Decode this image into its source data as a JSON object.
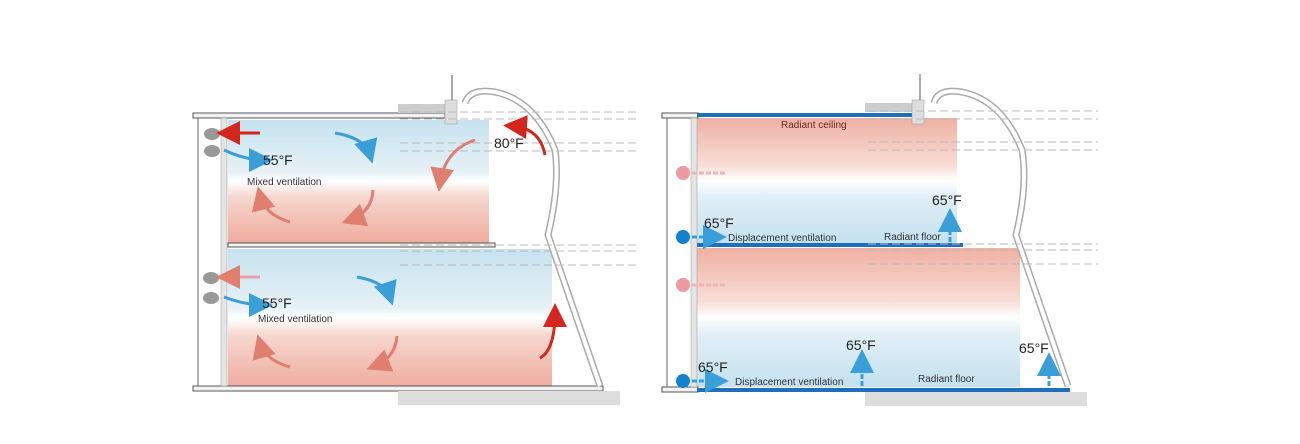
{
  "colors": {
    "cool_blue": "#3a9fd8",
    "warm_red": "#d8453a",
    "radiant_blue": "#1f6fbf",
    "room_blue": "#cfe6f1",
    "room_red": "#efb4a6"
  },
  "mixed": {
    "upper": {
      "supply_temp": "55°F",
      "label": "Mixed ventilation",
      "facade_temp": "80°F"
    },
    "lower": {
      "supply_temp": "55°F",
      "label": "Mixed ventilation"
    }
  },
  "displacement": {
    "upper": {
      "ceiling_label": "Radiant ceiling",
      "supply_temp": "65°F",
      "label": "Displacement ventilation",
      "floor_label": "Radiant floor",
      "floor_temp": "65°F"
    },
    "lower": {
      "supply_temp": "65°F",
      "label": "Displacement ventilation",
      "floor_temp": "65°F",
      "floor_label": "Radiant floor",
      "facade_temp": "65°F"
    }
  }
}
